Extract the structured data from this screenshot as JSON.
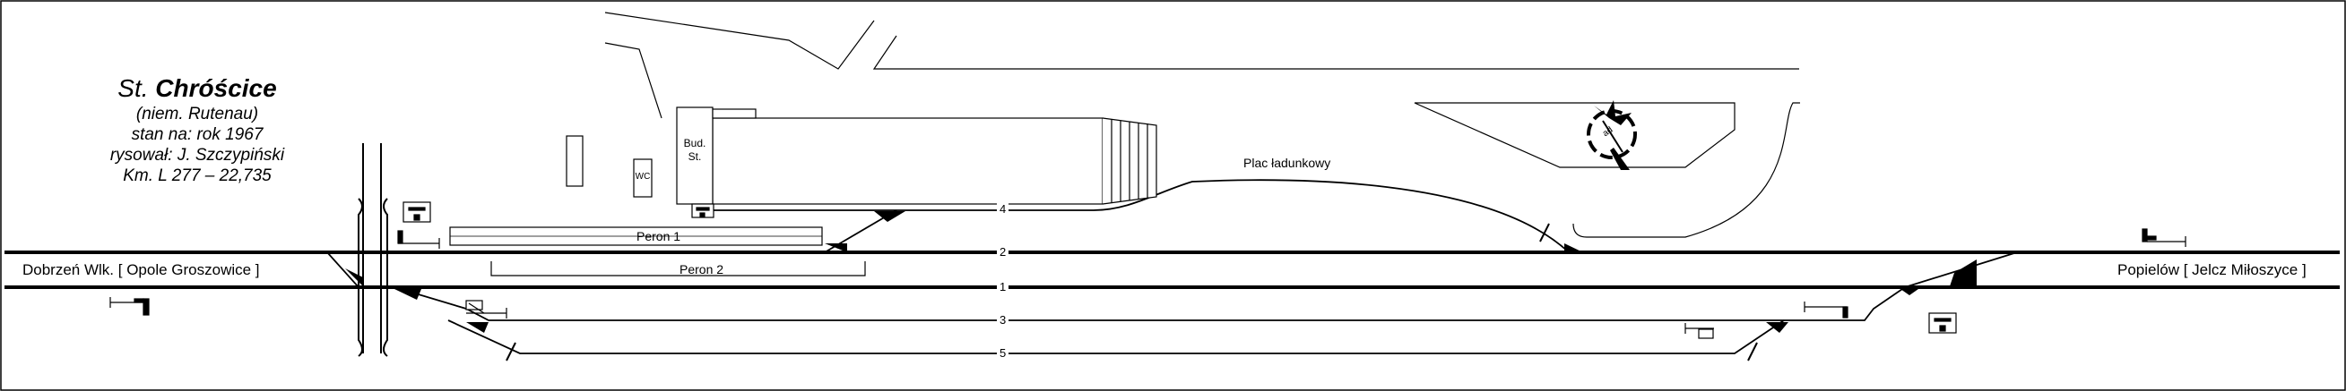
{
  "title": {
    "prefix": "St.",
    "name": "Chróścice",
    "lines": [
      "(niem.  Rutenau)",
      "stan na: rok 1967",
      "rysował: J. Szczypiński",
      "Km. L 277 – 22,735"
    ]
  },
  "destinations": {
    "west": "Dobrzeń Wlk. [ Opole Groszowice ]",
    "east": "Popielów [ Jelcz Miłoszyce ]"
  },
  "tracks": [
    "4",
    "2",
    "1",
    "3",
    "5"
  ],
  "platforms": [
    "Peron 1",
    "Peron 2"
  ],
  "labels": {
    "station_building": "Bud.\nSt.",
    "wc": "WC",
    "yard": "Plac ładunkowy",
    "turntable": "ad"
  }
}
